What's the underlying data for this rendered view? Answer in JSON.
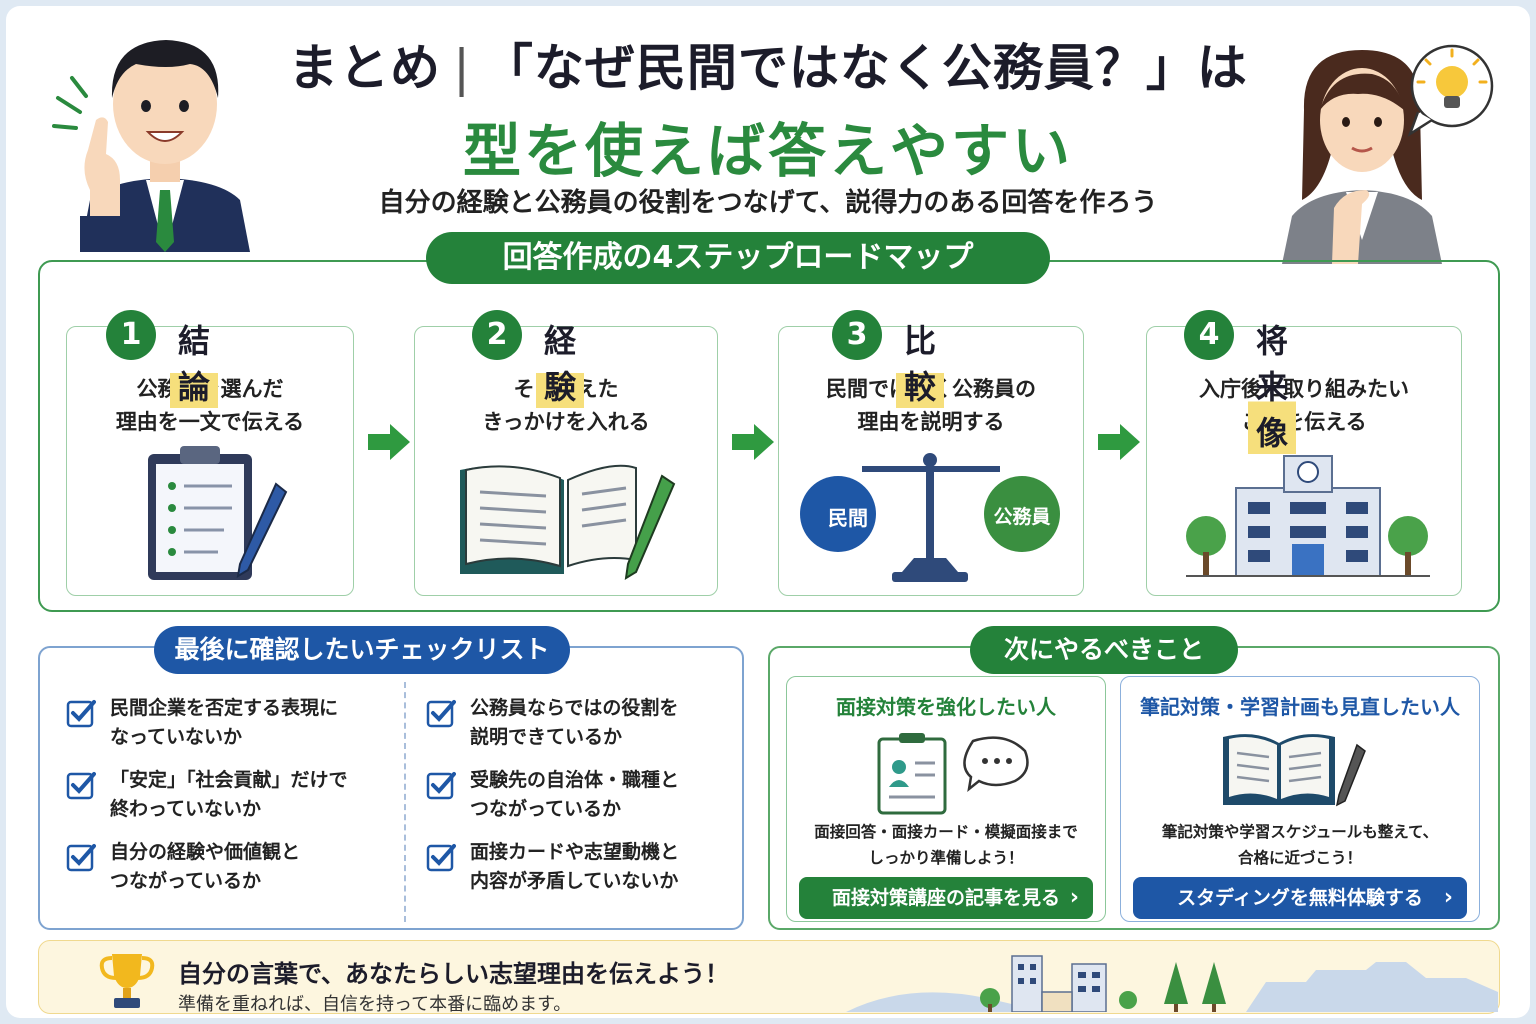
{
  "header": {
    "title_left": "まとめ",
    "title_sep": "|",
    "title_right": "「なぜ民間ではなく公務員？」は",
    "title_highlight": "型を使えば答えやすい",
    "subtitle": "自分の経験と公務員の役割をつなげて、説得力のある回答を作ろう"
  },
  "roadmap": {
    "heading": "回答作成の4ステップロードマップ",
    "steps": [
      {
        "num": "1",
        "label": "結論",
        "desc1": "公務員を選んだ",
        "desc2": "理由を一文で伝える"
      },
      {
        "num": "2",
        "label": "経験",
        "desc1": "そう考えた",
        "desc2": "きっかけを入れる"
      },
      {
        "num": "3",
        "label": "比較",
        "desc1": "民間ではなく公務員の",
        "desc2": "理由を説明する",
        "left_plate": "民間",
        "right_plate": "公務員"
      },
      {
        "num": "4",
        "label": "将来像",
        "desc1": "入庁後に取り組みたい",
        "desc2": "ことを伝える"
      }
    ]
  },
  "checklist": {
    "heading": "最後に確認したいチェックリスト",
    "items": [
      {
        "line1": "民間企業を否定する表現に",
        "line2": "なっていないか"
      },
      {
        "line1": "「安定」「社会貢献」だけで",
        "line2": "終わっていないか"
      },
      {
        "line1": "自分の経験や価値観と",
        "line2": "つながっているか"
      },
      {
        "line1": "公務員ならではの役割を",
        "line2": "説明できているか"
      },
      {
        "line1": "受験先の自治体・職種と",
        "line2": "つながっているか"
      },
      {
        "line1": "面接カードや志望動機と",
        "line2": "内容が矛盾していないか"
      }
    ]
  },
  "next": {
    "heading": "次にやるべきこと",
    "cards": [
      {
        "title": "面接対策を強化したい人",
        "text1": "面接回答・面接カード・模擬面接まで",
        "text2": "しっかり準備しよう！",
        "button": "面接対策講座の記事を見る"
      },
      {
        "title": "筆記対策・学習計画も見直したい人",
        "text1": "筆記対策や学習スケジュールも整えて、",
        "text2": "合格に近づこう！",
        "button": "スタディングを無料体験する"
      }
    ]
  },
  "footer": {
    "main": "自分の言葉で、あなたらしい志望理由を伝えよう！",
    "sub": "準備を重ねれば、自信を持って本番に臨めます。"
  },
  "colors": {
    "green": "#24823a",
    "blue": "#1e57a6",
    "highlight": "#f6df7c"
  }
}
